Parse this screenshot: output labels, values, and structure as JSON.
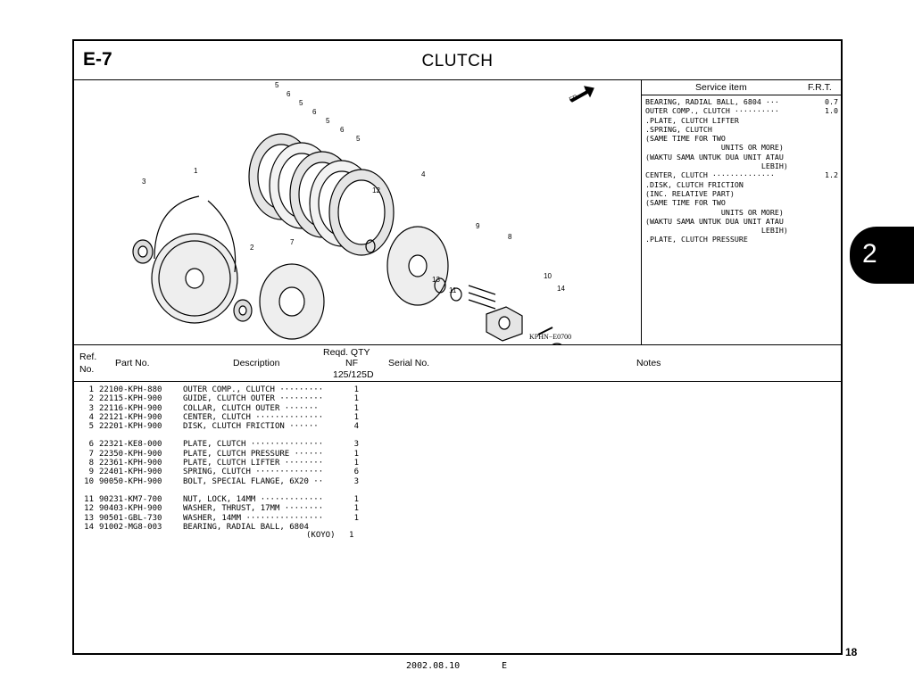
{
  "header": {
    "section_code": "E-7",
    "title": "CLUTCH"
  },
  "illustration": {
    "figure_code": "KPHN−E0700",
    "direction_label": "FR.",
    "callouts": [
      "5",
      "6",
      "5",
      "6",
      "5",
      "6",
      "5",
      "3",
      "1",
      "4",
      "12",
      "2",
      "7",
      "9",
      "8",
      "13",
      "11",
      "10",
      "14"
    ]
  },
  "service_table": {
    "col_item": "Service item",
    "col_frt": "F.R.T.",
    "rows": [
      {
        "text": "BEARING, RADIAL BALL, 6804 ···",
        "frt": "0.7"
      },
      {
        "text": "OUTER COMP., CLUTCH ··········",
        "frt": "1.0"
      },
      {
        "text": ".PLATE, CLUTCH LIFTER",
        "frt": ""
      },
      {
        "text": ".SPRING, CLUTCH",
        "frt": ""
      },
      {
        "text": "(SAME TIME FOR TWO",
        "frt": ""
      },
      {
        "text": "                 UNITS OR MORE)",
        "frt": ""
      },
      {
        "text": "(WAKTU SAMA UNTUK DUA UNIT ATAU",
        "frt": ""
      },
      {
        "text": "                          LEBIH)",
        "frt": ""
      },
      {
        "text": "CENTER, CLUTCH ··············",
        "frt": "1.2"
      },
      {
        "text": ".DISK, CLUTCH FRICTION",
        "frt": ""
      },
      {
        "text": "(INC. RELATIVE PART)",
        "frt": ""
      },
      {
        "text": "(SAME TIME FOR TWO",
        "frt": ""
      },
      {
        "text": "                 UNITS OR MORE)",
        "frt": ""
      },
      {
        "text": "(WAKTU SAMA UNTUK DUA UNIT ATAU",
        "frt": ""
      },
      {
        "text": "                          LEBIH)",
        "frt": ""
      },
      {
        "text": ".PLATE, CLUTCH PRESSURE",
        "frt": ""
      }
    ]
  },
  "parts_table": {
    "headers": {
      "ref": "Ref.",
      "no": "No.",
      "part_no": "Part No.",
      "description": "Description",
      "reqd_qty": "Reqd. QTY",
      "nf": "NF",
      "model": "125/125D",
      "serial_no": "Serial No.",
      "notes": "Notes"
    },
    "rows": [
      {
        "ref": "1",
        "part_no": "22100-KPH-880",
        "description": "OUTER COMP., CLUTCH ·········",
        "qty": "1"
      },
      {
        "ref": "2",
        "part_no": "22115-KPH-900",
        "description": "GUIDE, CLUTCH OUTER ·········",
        "qty": "1"
      },
      {
        "ref": "3",
        "part_no": "22116-KPH-900",
        "description": "COLLAR, CLUTCH OUTER ·······",
        "qty": "1"
      },
      {
        "ref": "4",
        "part_no": "22121-KPH-900",
        "description": "CENTER, CLUTCH ··············",
        "qty": "1"
      },
      {
        "ref": "5",
        "part_no": "22201-KPH-900",
        "description": "DISK, CLUTCH FRICTION ······",
        "qty": "4"
      },
      {
        "ref": "6",
        "part_no": "22321-KE8-000",
        "description": "PLATE, CLUTCH ···············",
        "qty": "3"
      },
      {
        "ref": "7",
        "part_no": "22350-KPH-900",
        "description": "PLATE, CLUTCH PRESSURE ······",
        "qty": "1"
      },
      {
        "ref": "8",
        "part_no": "22361-KPH-900",
        "description": "PLATE, CLUTCH LIFTER ········",
        "qty": "1"
      },
      {
        "ref": "9",
        "part_no": "22401-KPH-900",
        "description": "SPRING, CLUTCH ··············",
        "qty": "6"
      },
      {
        "ref": "10",
        "part_no": "90050-KPH-900",
        "description": "BOLT, SPECIAL FLANGE, 6X20 ··",
        "qty": "3"
      },
      {
        "ref": "11",
        "part_no": "90231-KM7-700",
        "description": "NUT, LOCK, 14MM ·············",
        "qty": "1"
      },
      {
        "ref": "12",
        "part_no": "90403-KPH-900",
        "description": "WASHER, THRUST, 17MM ········",
        "qty": "1"
      },
      {
        "ref": "13",
        "part_no": "90501-GBL-730",
        "description": "WASHER, 14MM ················",
        "qty": "1"
      },
      {
        "ref": "14",
        "part_no": "91002-MG8-003",
        "description": "BEARING, RADIAL BALL, 6804",
        "qty": ""
      }
    ],
    "koyo_note": "(KOYO)",
    "koyo_qty": "1"
  },
  "section_tab": "2",
  "page_number": "18",
  "footer": {
    "date": "2002.08.10",
    "edition": "E"
  }
}
